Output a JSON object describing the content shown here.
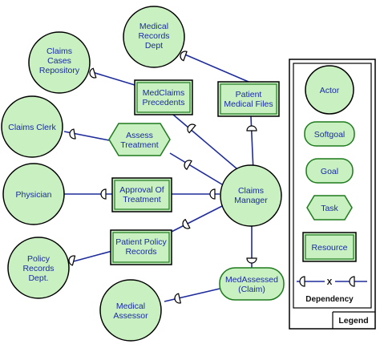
{
  "colors": {
    "node_fill": "#c8f0c0",
    "node_border": "#1d7a1d",
    "link": "#1f2d9c",
    "label": "#1a2aa8"
  },
  "actors": {
    "medical_records": {
      "lines": [
        "Medical",
        "Records",
        "Dept"
      ]
    },
    "claims_repository": {
      "lines": [
        "Claims",
        "Cases",
        "Repository"
      ]
    },
    "claims_clerk": {
      "lines": [
        "Claims Clerk"
      ]
    },
    "physician": {
      "lines": [
        "Physician"
      ]
    },
    "policy_records": {
      "lines": [
        "Policy",
        "Records",
        "Dept."
      ]
    },
    "medical_assessor": {
      "lines": [
        "Medical",
        "Assessor"
      ]
    },
    "claims_manager": {
      "lines": [
        "Claims",
        "Manager"
      ]
    }
  },
  "resources": {
    "medclaims_precedents": {
      "lines": [
        "MedClaims",
        "Precedents"
      ]
    },
    "patient_medical_files": {
      "lines": [
        "Patient",
        "Medical Files"
      ]
    },
    "approval_of_treatment": {
      "lines": [
        "Approval Of",
        "Treatment"
      ]
    },
    "patient_policy_records": {
      "lines": [
        "Patient Policy",
        "Records"
      ]
    }
  },
  "tasks": {
    "assess_treatment": {
      "lines": [
        "Assess",
        "Treatment"
      ]
    }
  },
  "softgoals": {
    "medassessed_claim": {
      "lines": [
        "MedAssessed",
        "(Claim)"
      ]
    }
  },
  "legend": {
    "title": "Legend",
    "actor": "Actor",
    "softgoal": "Softgoal",
    "goal": "Goal",
    "task": "Task",
    "resource": "Resource",
    "dependency": "Dependency",
    "dependency_mark": "X"
  }
}
